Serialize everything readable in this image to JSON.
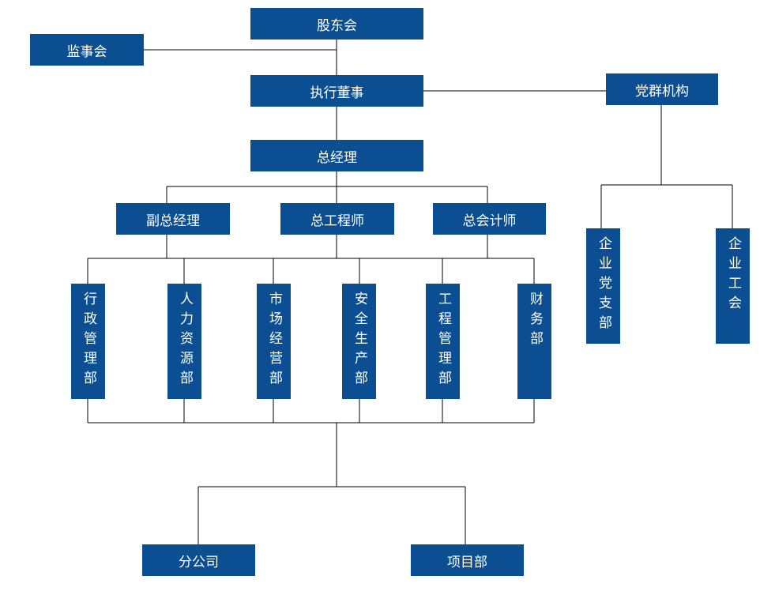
{
  "org": {
    "shareholders": "股东会",
    "supervisors": "监事会",
    "executive_director": "执行董事",
    "party_org": "党群机构",
    "general_manager": "总经理",
    "deputy_gm": "副总经理",
    "chief_engineer": "总工程师",
    "chief_accountant": "总会计师",
    "party_branch": "企业党支部",
    "labor_union": "企业工会",
    "departments": [
      "行政管理部",
      "人力资源部",
      "市场经营部",
      "安全生产部",
      "工程管理部",
      "财务部"
    ],
    "branch_company": "分公司",
    "project_dept": "项目部"
  },
  "colors": {
    "box": "#0b4f92",
    "text": "#ffffff",
    "line": "#000000"
  }
}
